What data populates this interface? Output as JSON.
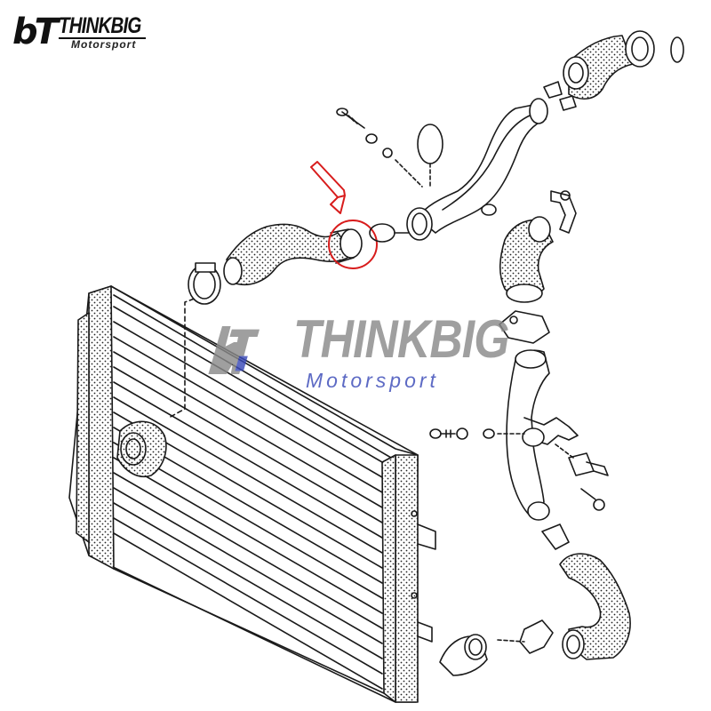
{
  "logo": {
    "monogram": "bT",
    "brand": "THINKBIG",
    "tagline": "Motorsport"
  },
  "watermark": {
    "brand": "THINKBIG",
    "tagline": "Motorsport"
  },
  "colors": {
    "line": "#1a1a1a",
    "highlight": "#d81c1c",
    "watermark_gray": "#8a8a8a",
    "watermark_blue": "#3a4ab8"
  },
  "icons": {
    "pointer": "down-left-arrow",
    "highlight": "circle"
  }
}
